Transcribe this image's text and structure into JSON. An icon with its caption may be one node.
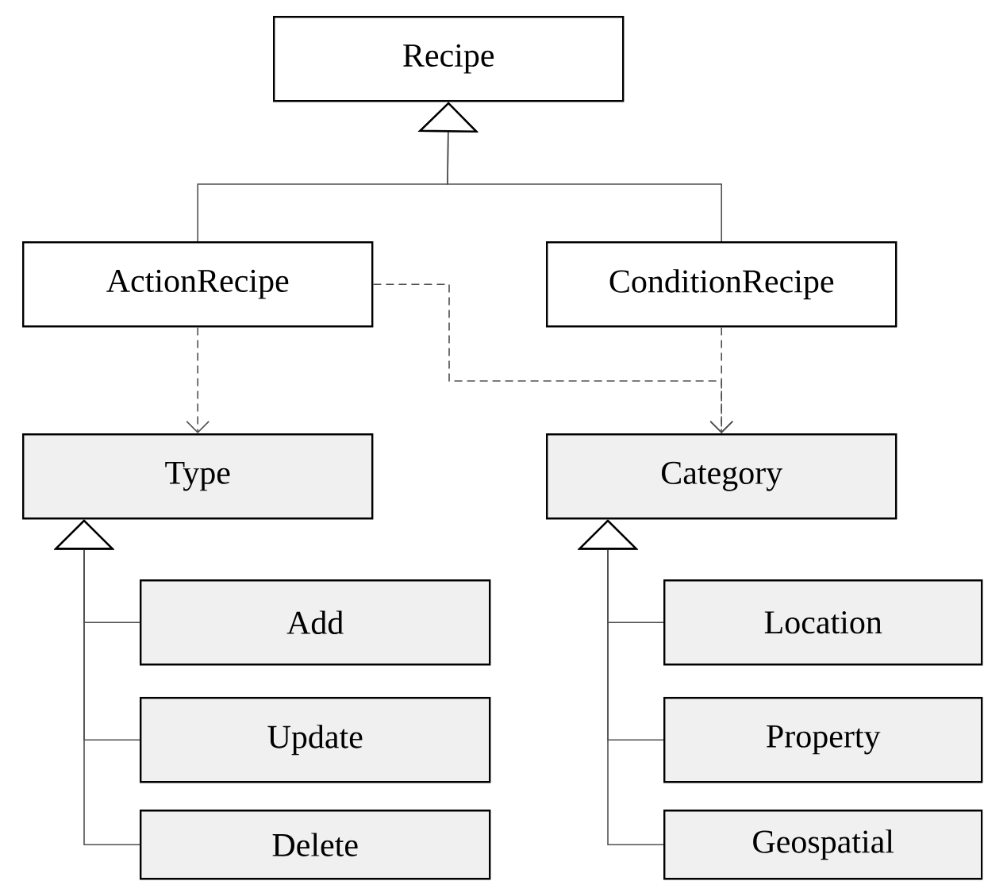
{
  "diagram": {
    "nodes": [
      {
        "text": [
          "Recipe"
        ]
      },
      {
        "text": [
          "ActionRecipe"
        ]
      },
      {
        "text": [
          "ConditionRecipe"
        ]
      },
      {
        "text": [
          "Type"
        ]
      },
      {
        "text": [
          "Category"
        ]
      },
      {
        "text": [
          "Add"
        ]
      },
      {
        "text": [
          "Update"
        ]
      },
      {
        "text": [
          "Delete"
        ]
      },
      {
        "text": [
          "Location"
        ]
      },
      {
        "text": [
          "Property"
        ]
      },
      {
        "text": [
          "Geospatial"
        ]
      }
    ],
    "edges": [
      {
        "from": 1,
        "to": 0,
        "arrow": "to"
      },
      {
        "from": 2,
        "to": 0,
        "arrow": "to"
      },
      {
        "from": 1,
        "to": 3,
        "arrow": "to",
        "style": "dashed"
      },
      {
        "from": 1,
        "to": 4,
        "arrow": "to",
        "style": "dashed"
      },
      {
        "from": 2,
        "to": 4,
        "arrow": "to",
        "style": "dashed"
      },
      {
        "from": 5,
        "to": 3,
        "arrow": "to"
      },
      {
        "from": 6,
        "to": 3,
        "arrow": "to"
      },
      {
        "from": 7,
        "to": 3,
        "arrow": "to"
      },
      {
        "from": 8,
        "to": 4,
        "arrow": "to"
      },
      {
        "from": 9,
        "to": 4,
        "arrow": "to"
      },
      {
        "from": 10,
        "to": 4,
        "arrow": "to"
      }
    ]
  }
}
